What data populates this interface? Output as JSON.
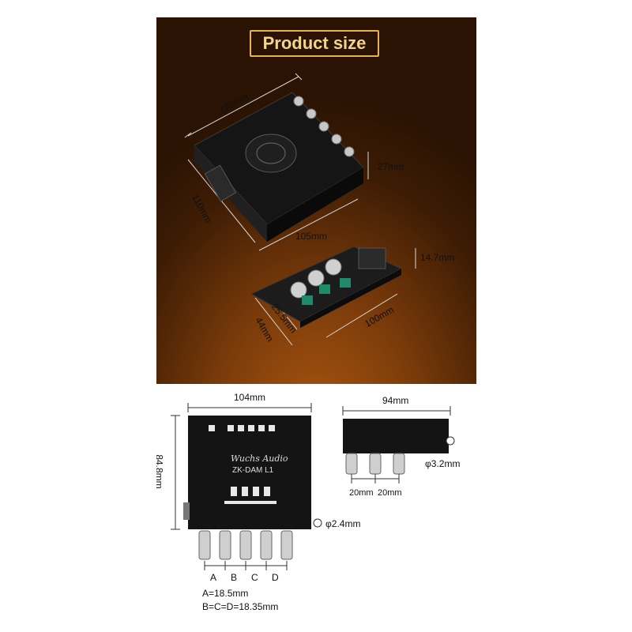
{
  "title": "Product size",
  "top_board": {
    "length": "122mm",
    "height": "27mm",
    "width": "110mm",
    "depth": "105mm"
  },
  "side_board": {
    "height": "14.7mm",
    "length": "100mm",
    "width": "44mm",
    "inner": "25.5mm"
  },
  "front_view": {
    "width": "104mm",
    "height": "84.8mm",
    "hole": "φ2.4mm",
    "brand": "Wuchs Audio",
    "model": "ZK-DAM L1",
    "knob_labels": [
      "A",
      "B",
      "C",
      "D"
    ],
    "note_a": "A=18.5mm",
    "note_bcd": "B=C=D=18.35mm"
  },
  "side_view": {
    "width": "94mm",
    "hole": "φ3.2mm",
    "spacing_1": "20mm",
    "spacing_2": "20mm"
  },
  "colors": {
    "accent": "#e9b24a",
    "title_text": "#f4d48a",
    "board": "#141414"
  }
}
